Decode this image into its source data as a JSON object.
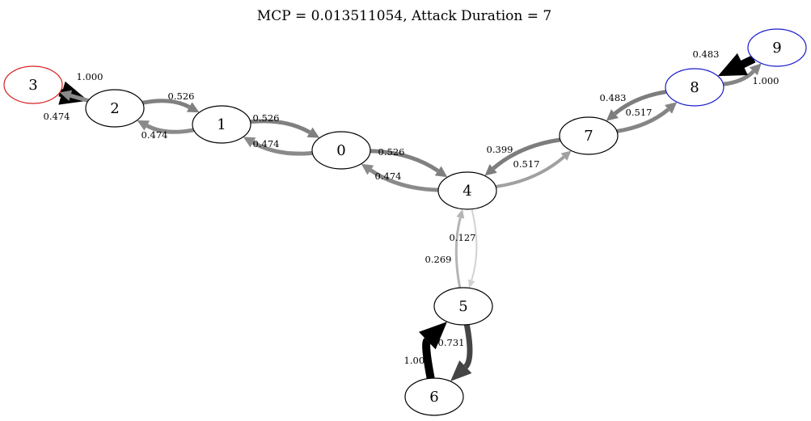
{
  "title": "MCP = 0.013511054, Attack Duration = 7",
  "nodes": [
    {
      "id": "3",
      "label": "3",
      "stroke": "#d42020"
    },
    {
      "id": "2",
      "label": "2",
      "stroke": "#000000"
    },
    {
      "id": "1",
      "label": "1",
      "stroke": "#000000"
    },
    {
      "id": "0",
      "label": "0",
      "stroke": "#000000"
    },
    {
      "id": "4",
      "label": "4",
      "stroke": "#000000"
    },
    {
      "id": "7",
      "label": "7",
      "stroke": "#000000"
    },
    {
      "id": "8",
      "label": "8",
      "stroke": "#1a1acc"
    },
    {
      "id": "9",
      "label": "9",
      "stroke": "#1a1acc"
    },
    {
      "id": "5",
      "label": "5",
      "stroke": "#000000"
    },
    {
      "id": "6",
      "label": "6",
      "stroke": "#000000"
    }
  ],
  "edges": [
    {
      "from": "3",
      "to": "2",
      "label": "1.000",
      "color": "#000000"
    },
    {
      "from": "2",
      "to": "3",
      "label": "0.474",
      "color": "#8a8a8a"
    },
    {
      "from": "2",
      "to": "1",
      "label": "0.526",
      "color": "#808080"
    },
    {
      "from": "1",
      "to": "2",
      "label": "0.474",
      "color": "#8a8a8a"
    },
    {
      "from": "1",
      "to": "0",
      "label": "0.526",
      "color": "#808080"
    },
    {
      "from": "0",
      "to": "1",
      "label": "0.474",
      "color": "#8a8a8a"
    },
    {
      "from": "0",
      "to": "4",
      "label": "0.526",
      "color": "#808080"
    },
    {
      "from": "4",
      "to": "0",
      "label": "0.474",
      "color": "#8a8a8a"
    },
    {
      "from": "4",
      "to": "7",
      "label": "0.399",
      "color": "#a0a0a0"
    },
    {
      "from": "7",
      "to": "4",
      "label": "0.517",
      "color": "#7d7d7d"
    },
    {
      "from": "7",
      "to": "8",
      "label": "0.483",
      "color": "#858585"
    },
    {
      "from": "8",
      "to": "7",
      "label": "0.517",
      "color": "#7d7d7d"
    },
    {
      "from": "8",
      "to": "9",
      "label": "0.483",
      "color": "#858585"
    },
    {
      "from": "9",
      "to": "8",
      "label": "1.000",
      "color": "#000000"
    },
    {
      "from": "4",
      "to": "5",
      "label": "0.127",
      "color": "#d2d2d2"
    },
    {
      "from": "5",
      "to": "4",
      "label": "0.269",
      "color": "#b5b5b5"
    },
    {
      "from": "5",
      "to": "6",
      "label": "0.731",
      "color": "#454545"
    },
    {
      "from": "6",
      "to": "5",
      "label": "1.000",
      "color": "#000000"
    }
  ]
}
